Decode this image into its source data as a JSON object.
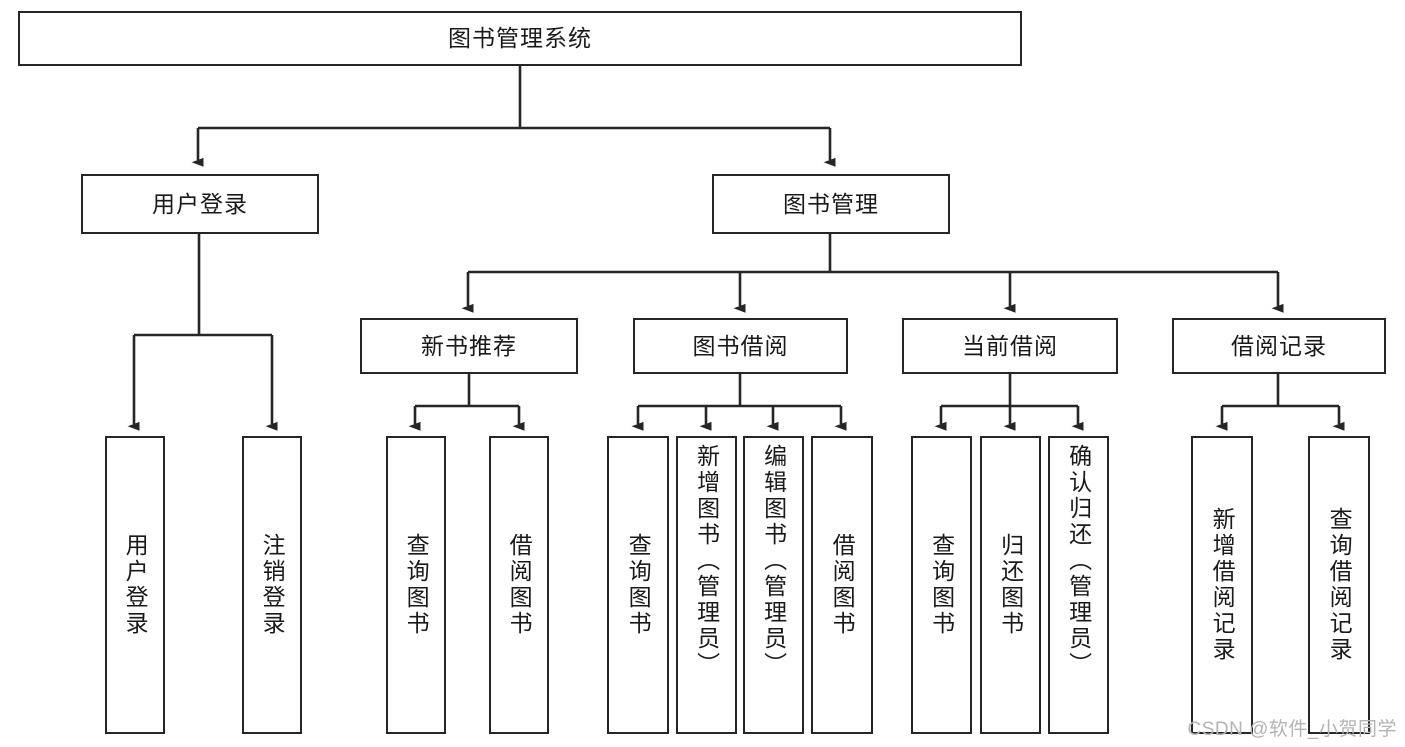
{
  "diagram": {
    "title": "图书管理系统",
    "watermark": "CSDN @软件_小贺同学",
    "colors": {
      "stroke": "#262626",
      "background": "#ffffff",
      "text": "#1a1a1a",
      "watermark": "#b4b4b4"
    },
    "root": {
      "label": "图书管理系统"
    },
    "level2": [
      {
        "label": "用户登录"
      },
      {
        "label": "图书管理"
      }
    ],
    "level3": [
      {
        "label": "新书推荐"
      },
      {
        "label": "图书借阅"
      },
      {
        "label": "当前借阅"
      },
      {
        "label": "借阅记录"
      }
    ],
    "leaves": {
      "user_login": [
        {
          "label": "用户登录"
        },
        {
          "label": "注销登录"
        }
      ],
      "new_book_recommend": [
        {
          "label": "查询图书"
        },
        {
          "label": "借阅图书"
        }
      ],
      "book_borrow": [
        {
          "label": "查询图书"
        },
        {
          "label": "新增图书（管理员）"
        },
        {
          "label": "编辑图书（管理员）"
        },
        {
          "label": "借阅图书"
        }
      ],
      "current_borrow": [
        {
          "label": "查询图书"
        },
        {
          "label": "归还图书"
        },
        {
          "label": "确认归还（管理员）"
        }
      ],
      "borrow_record": [
        {
          "label": "新增借阅记录"
        },
        {
          "label": "查询借阅记录"
        }
      ]
    }
  }
}
